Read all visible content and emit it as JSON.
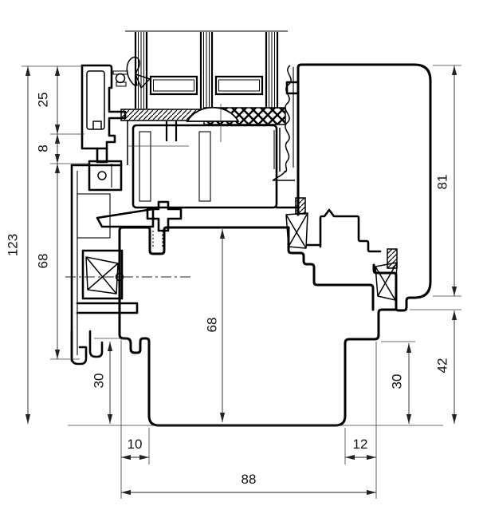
{
  "drawing": {
    "kind": "window-profile-cross-section",
    "background_color": "#ffffff",
    "line_color": "#000000",
    "dimension_line_color": "#222222"
  },
  "dimensions": {
    "left_total": {
      "label": "123",
      "value": 123,
      "orientation": "vertical"
    },
    "left_top": {
      "label": "25",
      "value": 25,
      "orientation": "vertical"
    },
    "left_gap": {
      "label": "8",
      "value": 8,
      "orientation": "vertical"
    },
    "left_sash": {
      "label": "68",
      "value": 68,
      "orientation": "vertical"
    },
    "left_step": {
      "label": "30",
      "value": 30,
      "orientation": "vertical"
    },
    "center_frame": {
      "label": "68",
      "value": 68,
      "orientation": "vertical"
    },
    "right_overlap": {
      "label": "81",
      "value": 81,
      "orientation": "vertical"
    },
    "right_lower": {
      "label": "42",
      "value": 42,
      "orientation": "vertical"
    },
    "right_step": {
      "label": "30",
      "value": 30,
      "orientation": "vertical"
    },
    "bottom_left_step": {
      "label": "10",
      "value": 10,
      "orientation": "horizontal"
    },
    "bottom_right_step": {
      "label": "12",
      "value": 12,
      "orientation": "horizontal"
    },
    "bottom_width": {
      "label": "88",
      "value": 88,
      "orientation": "horizontal"
    }
  }
}
